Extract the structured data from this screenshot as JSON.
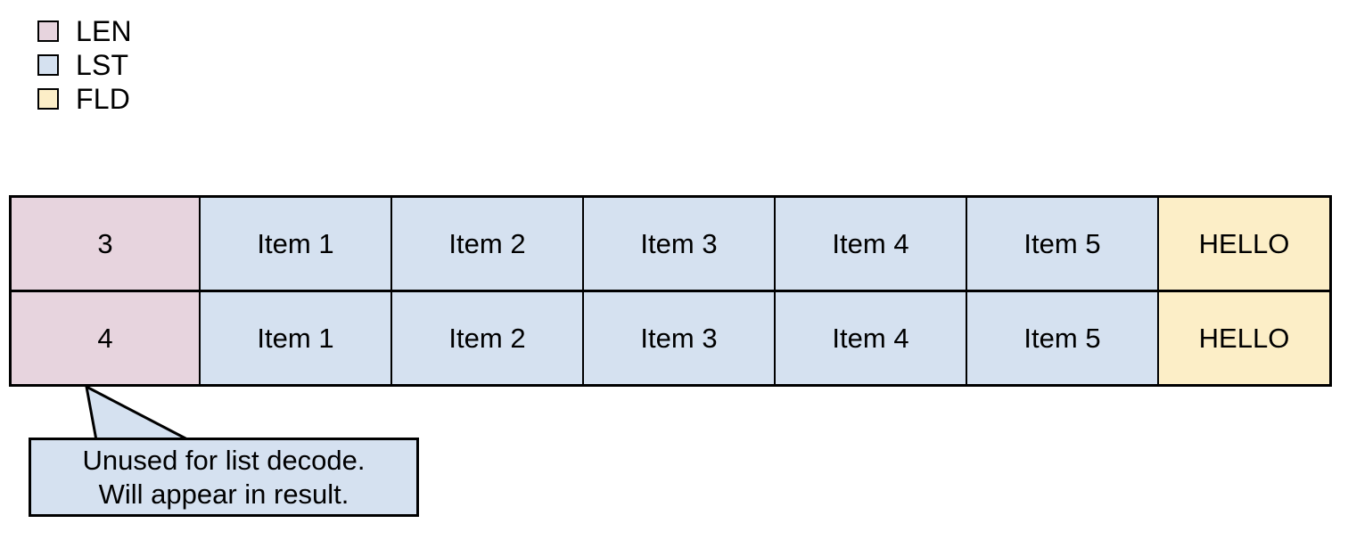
{
  "legend": {
    "items": [
      {
        "label": "LEN",
        "color": "#e7d4de",
        "icon": "legend-swatch-icon"
      },
      {
        "label": "LST",
        "color": "#d5e1f0",
        "icon": "legend-swatch-icon"
      },
      {
        "label": "FLD",
        "color": "#fceec7",
        "icon": "legend-swatch-icon"
      }
    ]
  },
  "table": {
    "rows": [
      {
        "len": "3",
        "list": [
          "Item 1",
          "Item 2",
          "Item 3",
          "Item 4",
          "Item 5"
        ],
        "field": "HELLO"
      },
      {
        "len": "4",
        "list": [
          "Item 1",
          "Item 2",
          "Item 3",
          "Item 4",
          "Item 5"
        ],
        "field": "HELLO"
      }
    ]
  },
  "callout": {
    "line1": "Unused for list decode.",
    "line2": "Will appear in result.",
    "fill": "#d5e1f0",
    "stroke": "#000000",
    "anchor_cell": "row-2-len"
  },
  "colors": {
    "len": "#e7d4de",
    "lst": "#d5e1f0",
    "fld": "#fceec7",
    "stroke": "#000000",
    "background": "#ffffff"
  }
}
